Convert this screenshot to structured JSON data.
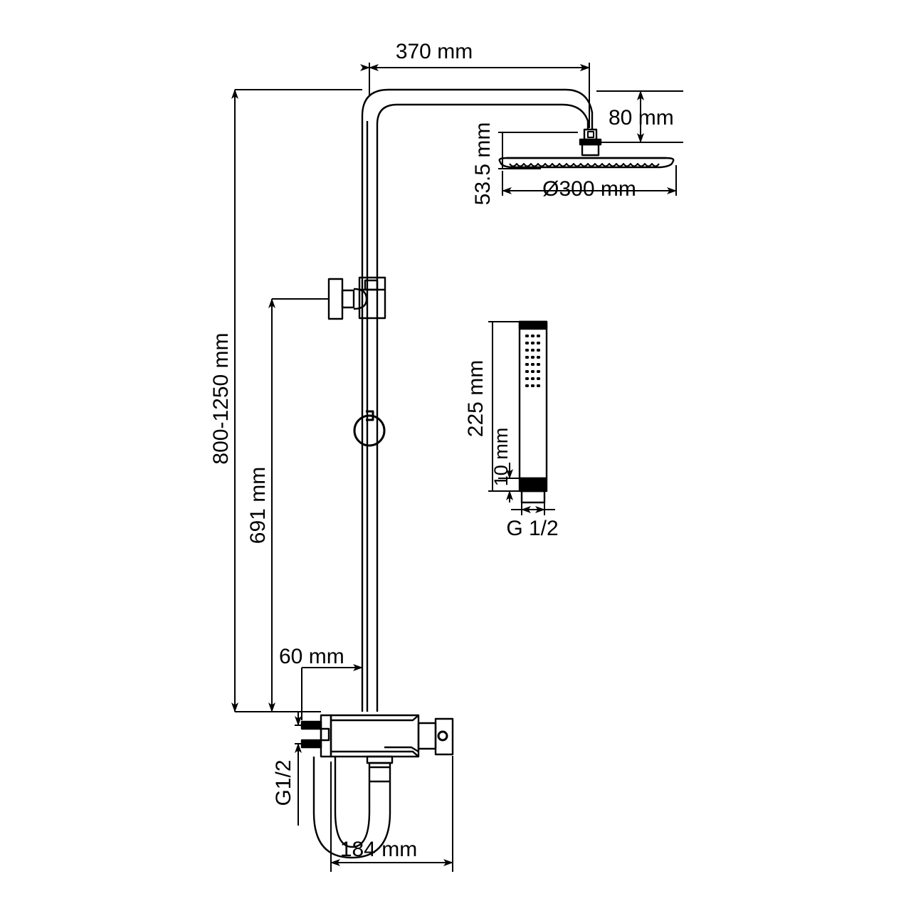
{
  "drawing": {
    "type": "technical-dimension-drawing",
    "subject": "Thermostatic shower column with overhead rain shower and hand shower",
    "units": "mm",
    "background_color": "#ffffff",
    "line_color": "#000000"
  },
  "dimensions": {
    "arm_length": "370 mm",
    "head_drop": "80 mm",
    "head_thickness": "53.5 mm",
    "head_diameter": "Ø300 mm",
    "bar_height_range": "800-1250 mm",
    "bracket_height": "691 mm",
    "mixer_offset": "60 mm",
    "mixer_width": "184 mm",
    "inlet_thread_mixer": "G1/2",
    "hand_shower_length": "225 mm",
    "hand_shower_base": "10 mm",
    "hand_shower_thread": "G 1/2"
  },
  "labels": [
    {
      "id": "arm-length",
      "text": "370 mm",
      "orientation": "horizontal"
    },
    {
      "id": "head-drop",
      "text": "80 mm",
      "orientation": "horizontal"
    },
    {
      "id": "head-thickness",
      "text": "53.5 mm",
      "orientation": "vertical"
    },
    {
      "id": "head-diameter",
      "text": "Ø300 mm",
      "orientation": "horizontal"
    },
    {
      "id": "bar-height-range",
      "text": "800-1250 mm",
      "orientation": "vertical"
    },
    {
      "id": "bracket-height",
      "text": "691 mm",
      "orientation": "vertical"
    },
    {
      "id": "mixer-offset",
      "text": "60 mm",
      "orientation": "horizontal"
    },
    {
      "id": "mixer-inlet-thread",
      "text": "G1/2",
      "orientation": "vertical"
    },
    {
      "id": "mixer-width",
      "text": "184 mm",
      "orientation": "horizontal"
    },
    {
      "id": "hand-shower-length",
      "text": "225 mm",
      "orientation": "vertical"
    },
    {
      "id": "hand-shower-base",
      "text": "10 mm",
      "orientation": "vertical"
    },
    {
      "id": "hand-shower-thread",
      "text": "G 1/2",
      "orientation": "horizontal"
    }
  ]
}
